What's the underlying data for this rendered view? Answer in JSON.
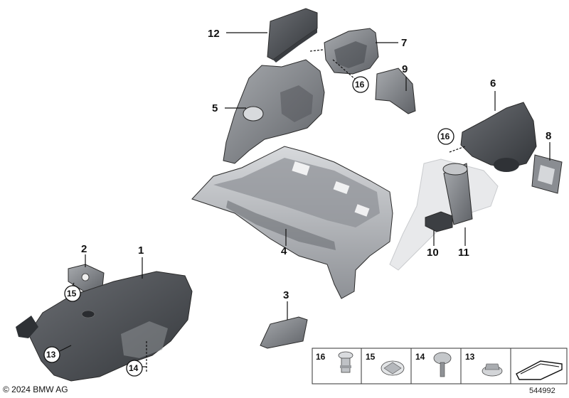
{
  "callouts": [
    "1",
    "2",
    "3",
    "4",
    "5",
    "6",
    "7",
    "8",
    "9",
    "10",
    "11",
    "12"
  ],
  "circled_callouts": [
    "13",
    "14",
    "15",
    "16"
  ],
  "legend": {
    "items": [
      "16",
      "15",
      "14",
      "13"
    ]
  },
  "copyright": "© 2024 BMW AG",
  "document_number": "544992",
  "colors": {
    "part_dark": "#4a4d52",
    "part_mid": "#7d8085",
    "part_light": "#b9bcc0",
    "part_ghost": "#e4e5e7",
    "outline": "#2a2a2a"
  }
}
